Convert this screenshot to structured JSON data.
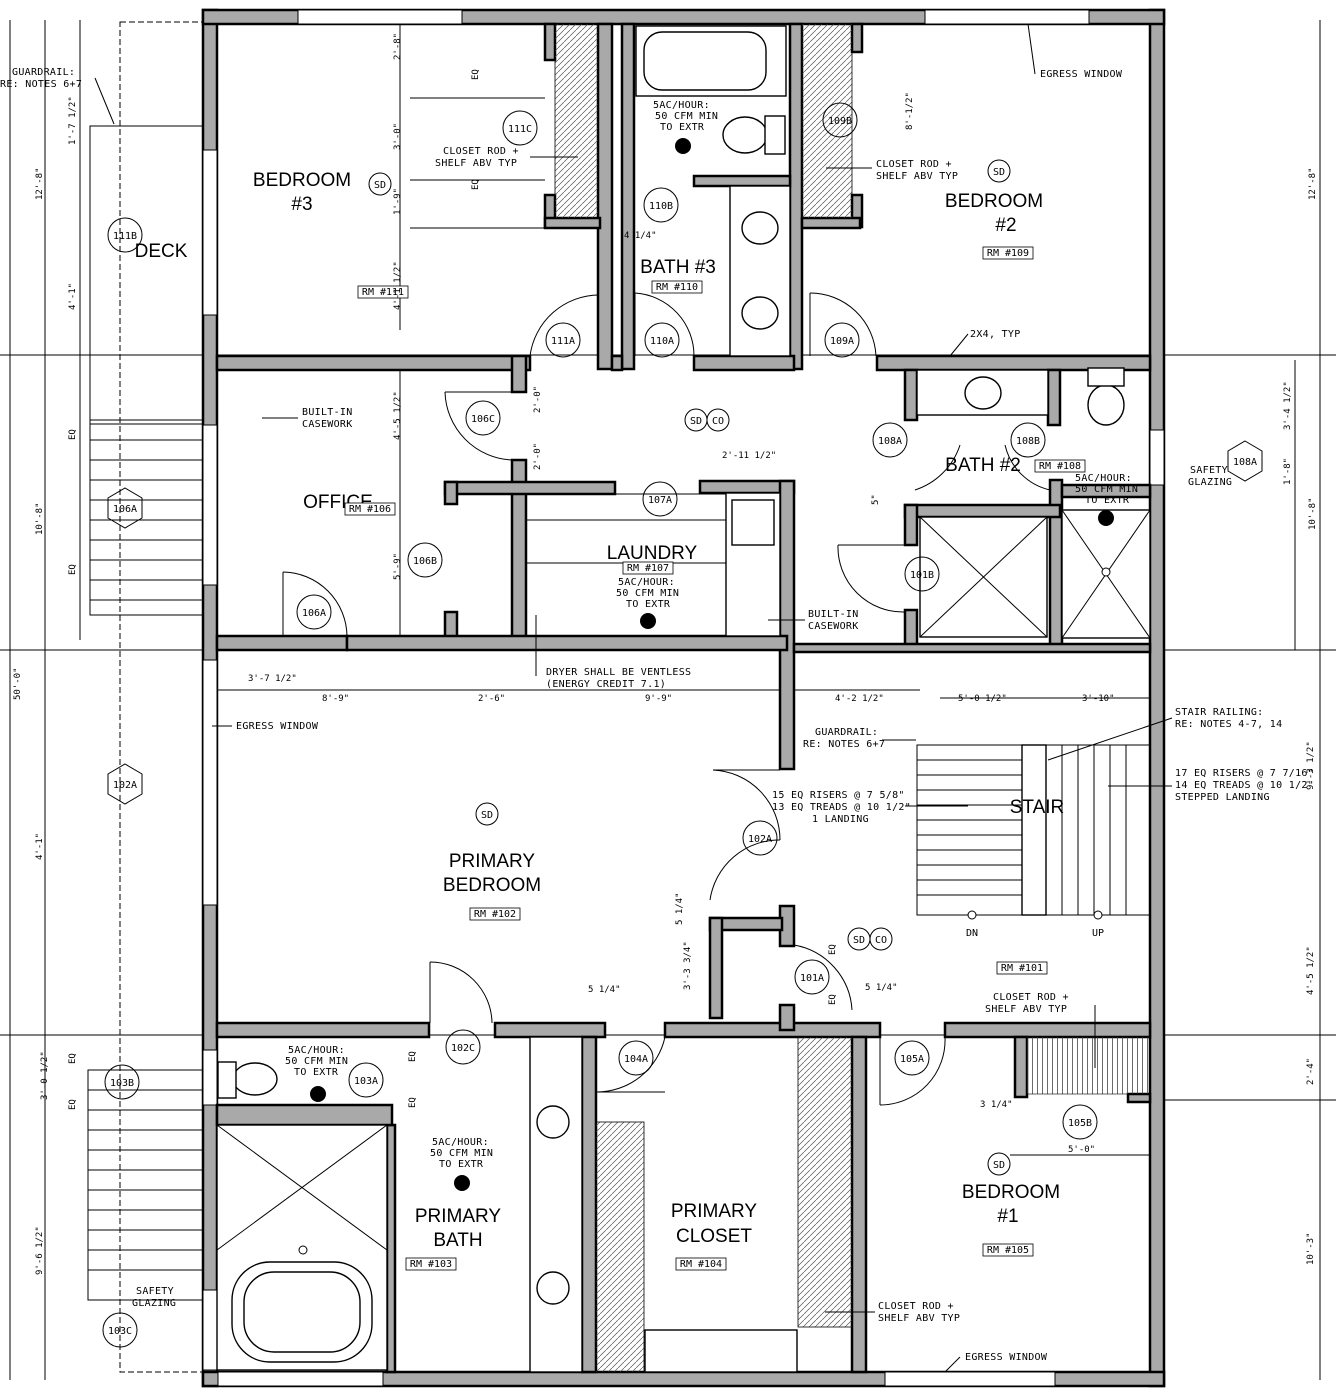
{
  "rooms": {
    "bedroom3": {
      "name_line1": "BEDROOM",
      "name_line2": "#3",
      "rm": "RM #111"
    },
    "bath3": {
      "name": "BATH #3",
      "rm": "RM #110"
    },
    "bedroom2": {
      "name_line1": "BEDROOM",
      "name_line2": "#2",
      "rm": "RM #109"
    },
    "deck": {
      "name": "DECK"
    },
    "office": {
      "name": "OFFICE",
      "rm": "RM #106"
    },
    "laundry": {
      "name": "LAUNDRY",
      "rm": "RM #107"
    },
    "bath2": {
      "name": "BATH #2",
      "rm": "RM #108"
    },
    "primary_bedroom": {
      "name_line1": "PRIMARY",
      "name_line2": "BEDROOM",
      "rm": "RM #102"
    },
    "stair": {
      "name": "STAIR",
      "rm": "RM #101",
      "dn": "DN",
      "up": "UP"
    },
    "primary_bath": {
      "name_line1": "PRIMARY",
      "name_line2": "BATH",
      "rm": "RM #103"
    },
    "primary_closet": {
      "name_line1": "PRIMARY",
      "name_line2": "CLOSET",
      "rm": "RM #104"
    },
    "bedroom1": {
      "name_line1": "BEDROOM",
      "name_line2": "#1",
      "rm": "RM #105"
    }
  },
  "notes": {
    "guardrail_top_1": "GUARDRAIL:",
    "guardrail_top_2": "RE: NOTES 6+7",
    "egress_window_top": "EGRESS WINDOW",
    "closet_rod_b3_1": "CLOSET ROD +",
    "closet_rod_b3_2": "SHELF ABV TYP",
    "closet_rod_b2_1": "CLOSET ROD +",
    "closet_rod_b2_2": "SHELF ABV TYP",
    "bath3_fan_1": "5AC/HOUR:",
    "bath3_fan_2": "50 CFM MIN",
    "bath3_fan_3": "TO EXTR",
    "two_by_four": "2X4, TYP",
    "builtin_office_1": "BUILT-IN",
    "builtin_office_2": "CASEWORK",
    "safety_glazing_bath2_1": "SAFETY",
    "safety_glazing_bath2_2": "GLAZING",
    "bath2_fan_1": "5AC/HOUR:",
    "bath2_fan_2": "50 CFM MIN",
    "bath2_fan_3": "TO EXTR",
    "laundry_fan_1": "5AC/HOUR:",
    "laundry_fan_2": "50 CFM MIN",
    "laundry_fan_3": "TO EXTR",
    "builtin_laundry_1": "BUILT-IN",
    "builtin_laundry_2": "CASEWORK",
    "dryer_1": "DRYER SHALL BE VENTLESS",
    "dryer_2": "(ENERGY CREDIT 7.1)",
    "egress_window_left": "EGRESS WINDOW",
    "guardrail_stair_1": "GUARDRAIL:",
    "guardrail_stair_2": "RE: NOTES 6+7",
    "stair_railing_1": "STAIR RAILING:",
    "stair_railing_2": "RE: NOTES 4-7, 14",
    "risers_left_1": "15 EQ RISERS @ 7 5/8\"",
    "risers_left_2": "13 EQ TREADS @ 10 1/2\"",
    "risers_left_3": "1 LANDING",
    "risers_right_1": "17 EQ RISERS @ 7 7/16\"",
    "risers_right_2": "14 EQ TREADS @ 10 1/2\"",
    "risers_right_3": "STEPPED LANDING",
    "closet_rod_b1_1": "CLOSET ROD +",
    "closet_rod_b1_2": "SHELF ABV TYP",
    "primary_wc_fan_1": "5AC/HOUR:",
    "primary_wc_fan_2": "50 CFM MIN",
    "primary_wc_fan_3": "TO EXTR",
    "primary_bath_fan_1": "5AC/HOUR:",
    "primary_bath_fan_2": "50 CFM MIN",
    "primary_bath_fan_3": "TO EXTR",
    "safety_glazing_pb_1": "SAFETY",
    "safety_glazing_pb_2": "GLAZING",
    "closet_rod_pc_1": "CLOSET ROD +",
    "closet_rod_pc_2": "SHELF ABV TYP",
    "egress_window_bottom": "EGRESS WINDOW"
  },
  "tags": {
    "t111C": "111C",
    "t111A": "111A",
    "t110B": "110B",
    "t110A": "110A",
    "t109B": "109B",
    "t109A": "109A",
    "t111B": "111B",
    "t106C": "106C",
    "t106B": "106B",
    "t106A": "106A",
    "t107A": "107A",
    "t108A": "108A",
    "t108B": "108B",
    "t108C": "108A",
    "t101B": "101B",
    "t106D": "106A",
    "t102B": "102A",
    "t102A": "102A",
    "t101A": "101A",
    "t102C": "102C",
    "t103A": "103A",
    "t103B": "103B",
    "t104A": "104A",
    "t105A": "105A",
    "t105B": "105B",
    "t103C": "103C",
    "sd": "SD",
    "co": "CO"
  },
  "dims": {
    "d_28": "2'-8\"",
    "d_30": "3'-0\"",
    "d_19": "1'-9\"",
    "d_412": "4'-1 1/2\"",
    "d_4q": "4 1/4\"",
    "d_81": "8'-1/2\"",
    "d_342": "3'-4 1/2\"",
    "d_18": "1'-8\"",
    "d_1208": "12'-8\"",
    "d_1712": "1'-7 1/2\"",
    "d_4m1": "4'-1\"",
    "d_452": "4'-5 1/2\"",
    "d_20": "2'-0\"",
    "d_59": "5'-9\"",
    "d_2112": "2'-11 1/2\"",
    "d_5in": "5\"",
    "d_1008": "10'-8\"",
    "d_3712": "3'-7 1/2\"",
    "d_89": "8'-9\"",
    "d_26": "2'-6\"",
    "d_99": "9'-9\"",
    "d_4212": "4'-2 1/2\"",
    "d_5012": "5'-0 1/2\"",
    "d_310": "3'-10\"",
    "d_9312": "9'-3 1/2\"",
    "d_3034": "3'-3 3/4\"",
    "d_514": "5 1/4\"",
    "d_24": "2'-4\"",
    "d_314": "3 1/4\"",
    "d_50": "5'-0\"",
    "d_3012": "3'-0 1/2\"",
    "d_9612": "9'-6 1/2\"",
    "d_1003": "10'-3\"",
    "d_500": "50'-0\"",
    "d_eq": "EQ"
  }
}
